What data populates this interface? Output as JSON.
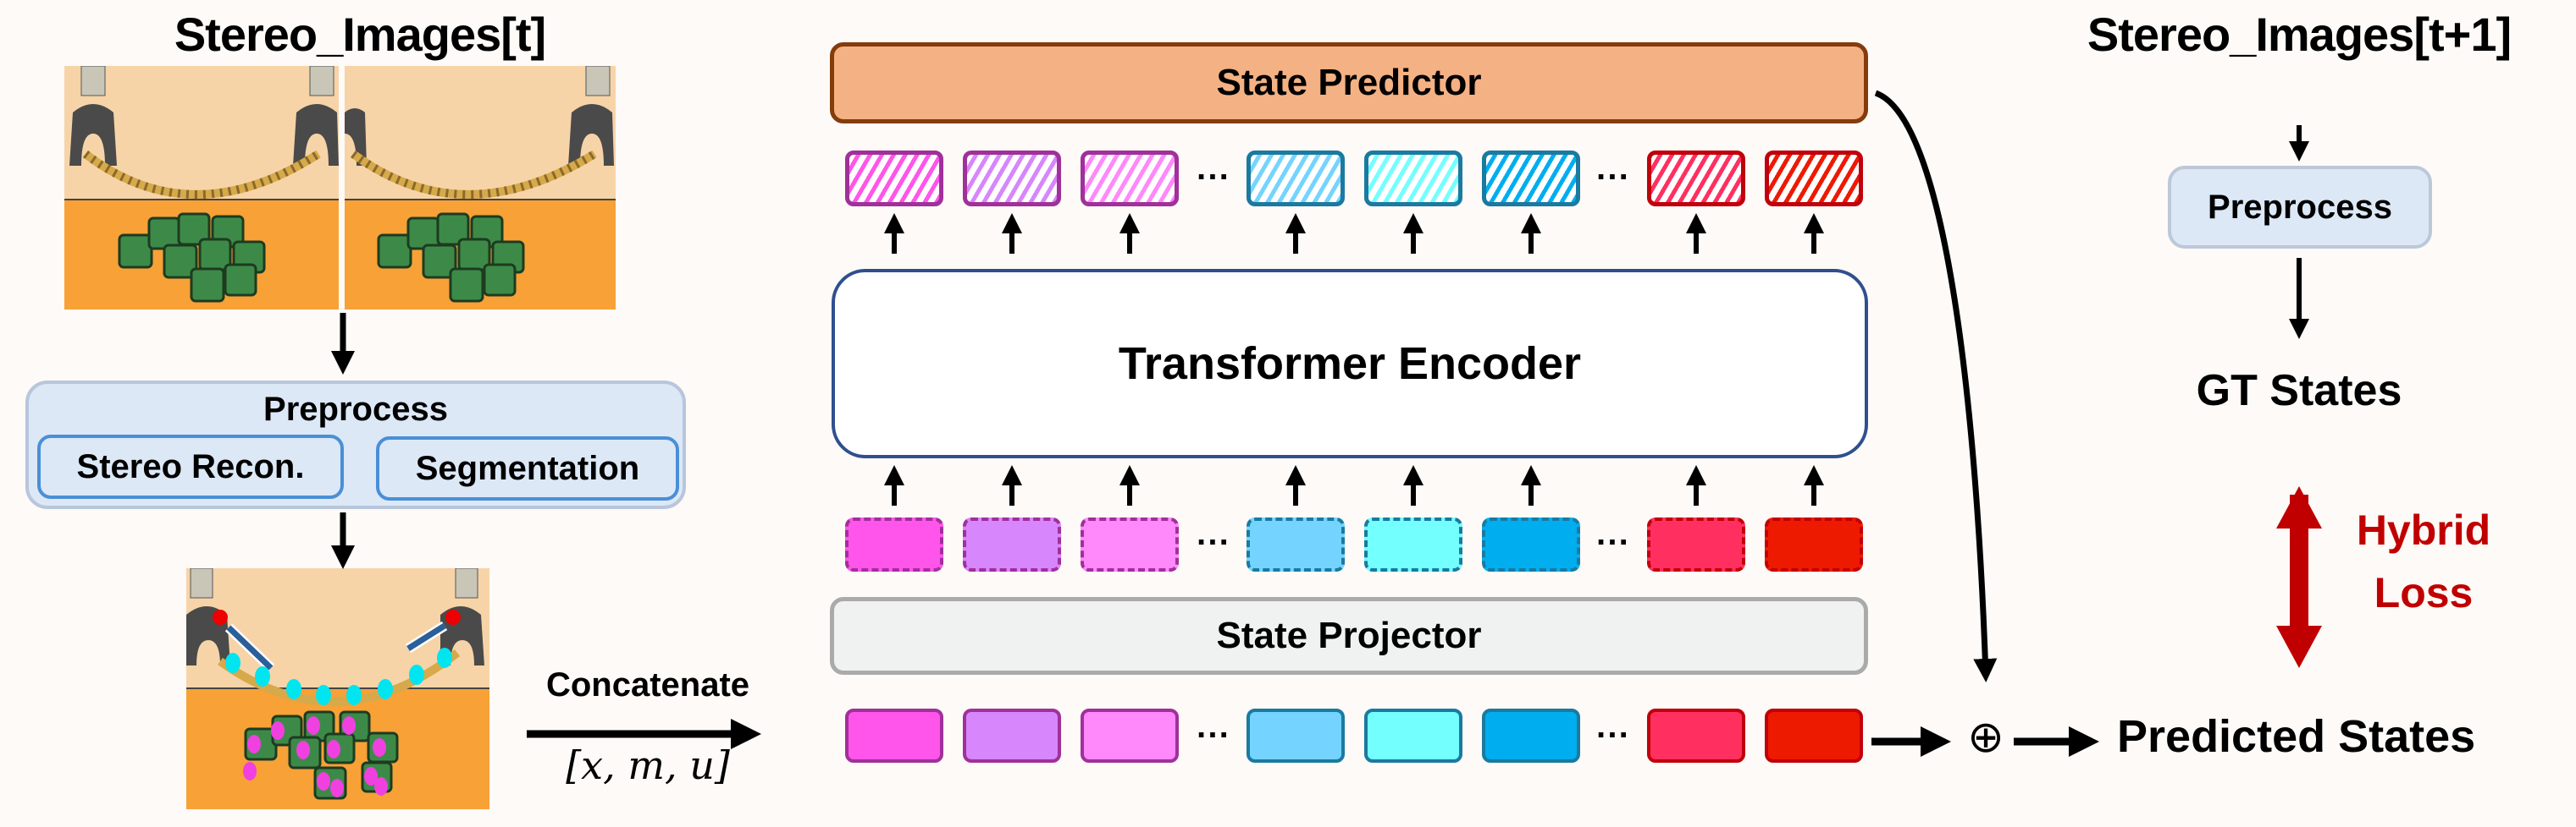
{
  "left": {
    "input_title": "Stereo_Images[t]",
    "preprocess": {
      "title": "Preprocess",
      "sub_steps": [
        "Stereo Recon.",
        "Segmentation"
      ]
    },
    "concat_label": "Concatenate",
    "concat_math": "[x, m, u]"
  },
  "center": {
    "state_predictor": "State Predictor",
    "transformer_encoder": "Transformer Encoder",
    "state_projector": "State Projector",
    "ellipsis": "···",
    "tokens": [
      {
        "group": "deformable",
        "fill": "#ff55ea",
        "border": "#a0309a"
      },
      {
        "group": "deformable",
        "fill": "#d786fc",
        "border": "#a0309a"
      },
      {
        "group": "deformable",
        "fill": "#ff88fb",
        "border": "#a0309a"
      },
      {
        "group": "rope",
        "fill": "#75d4ff",
        "border": "#1a7aa0"
      },
      {
        "group": "rope",
        "fill": "#74ffff",
        "border": "#1a7aa0"
      },
      {
        "group": "rope",
        "fill": "#00aeef",
        "border": "#1a7aa0"
      },
      {
        "group": "gripper",
        "fill": "#ff3060",
        "border": "#c0000a"
      },
      {
        "group": "gripper",
        "fill": "#ee1a00",
        "border": "#c0000a"
      }
    ]
  },
  "right": {
    "input_title": "Stereo_Images[t+1]",
    "preprocess": "Preprocess",
    "gt_states": "GT States",
    "loss_line1": "Hybrid",
    "loss_line2": "Loss",
    "loss_color": "#c00000",
    "add_symbol": "⊕",
    "predicted_states": "Predicted States"
  }
}
